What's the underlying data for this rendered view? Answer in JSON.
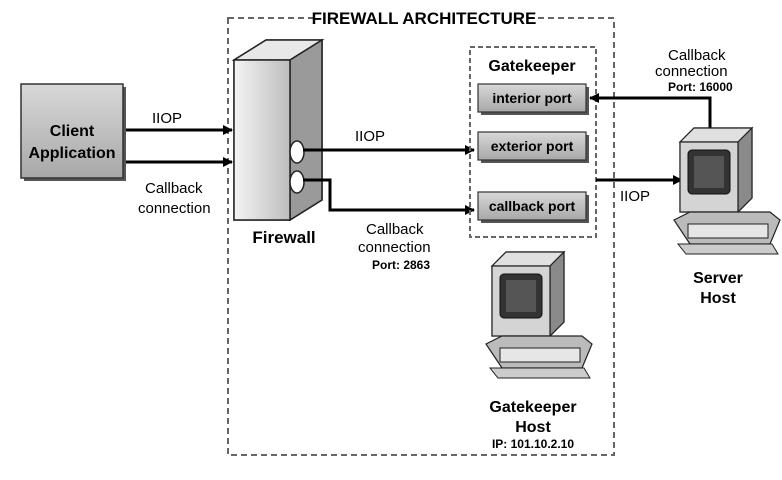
{
  "title": "FIREWALL ARCHITECTURE",
  "client": {
    "line1": "Client",
    "line2": "Application"
  },
  "firewall": {
    "label": "Firewall"
  },
  "gatekeeper": {
    "title": "Gatekeeper",
    "ports": [
      "interior port",
      "exterior port",
      "callback port"
    ]
  },
  "gatekeeper_host": {
    "line1": "Gatekeeper",
    "line2": "Host",
    "ip": "IP: 101.10.2.10"
  },
  "server_host": {
    "line1": "Server",
    "line2": "Host"
  },
  "labels": {
    "client_iiop": "IIOP",
    "client_callback_1": "Callback",
    "client_callback_2": "connection",
    "fw_iiop": "IIOP",
    "fw_callback_1": "Callback",
    "fw_callback_2": "connection",
    "fw_callback_port": "Port: 2863",
    "server_callback_1": "Callback",
    "server_callback_2": "connection",
    "server_callback_port": "Port: 16000",
    "server_iiop": "IIOP"
  },
  "colors": {
    "box_fill": "#c8c8c8",
    "box_border": "#333333",
    "dash": "#666666"
  }
}
